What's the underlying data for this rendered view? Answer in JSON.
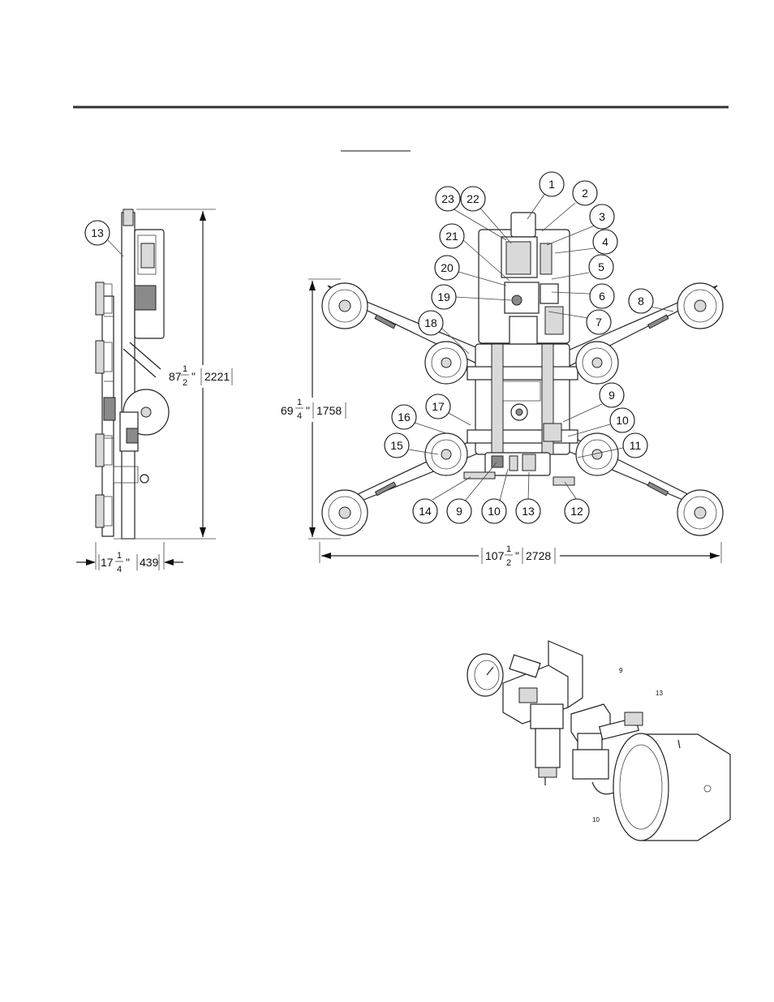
{
  "callouts": {
    "front": [
      {
        "label": "1"
      },
      {
        "label": "2"
      },
      {
        "label": "3"
      },
      {
        "label": "4"
      },
      {
        "label": "5"
      },
      {
        "label": "6"
      },
      {
        "label": "7"
      },
      {
        "label": "8"
      },
      {
        "label": "9"
      },
      {
        "label": "10"
      },
      {
        "label": "11"
      },
      {
        "label": "12"
      },
      {
        "label": "13"
      },
      {
        "label": "10"
      },
      {
        "label": "9"
      },
      {
        "label": "14"
      },
      {
        "label": "15"
      },
      {
        "label": "16"
      },
      {
        "label": "17"
      },
      {
        "label": "18"
      },
      {
        "label": "19"
      },
      {
        "label": "20"
      },
      {
        "label": "21"
      },
      {
        "label": "22"
      },
      {
        "label": "23"
      }
    ],
    "side": [
      {
        "label": "13"
      }
    ]
  },
  "dimensions": {
    "side_height": {
      "whole": "87",
      "num": "1",
      "den": "2",
      "inch": "\"",
      "metric": "2221"
    },
    "side_width": {
      "whole": "17",
      "num": "1",
      "den": "4",
      "inch": "\"",
      "metric": "439"
    },
    "front_height": {
      "whole": "69",
      "num": "1",
      "den": "4",
      "inch": "\"",
      "metric": "1758"
    },
    "front_width": {
      "whole": "107",
      "num": "1",
      "den": "2",
      "inch": "\"",
      "metric": "2728"
    }
  },
  "detail_labels": {
    "a": "9",
    "b": "13",
    "c": "10"
  }
}
